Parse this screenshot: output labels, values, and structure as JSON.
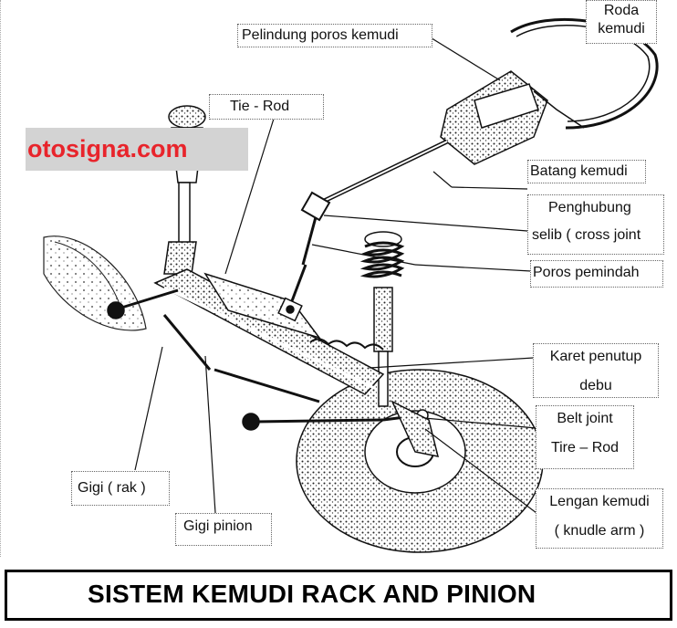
{
  "labels": {
    "roda_kemudi": [
      "Roda",
      "kemudi"
    ],
    "pelindung": "Pelindung poros kemudi",
    "tie_rod": "Tie - Rod",
    "batang": "Batang kemudi",
    "penghubung": [
      "Penghubung",
      "selib ( cross joint"
    ],
    "poros_pemindah": "Poros pemindah",
    "karet": [
      "Karet penutup",
      "debu"
    ],
    "belt": [
      "Belt joint",
      "Tire – Rod"
    ],
    "lengan": [
      "Lengan kemudi",
      "( knudle arm )"
    ],
    "gigi_rak": "Gigi ( rak )",
    "gigi_pinion": "Gigi pinion"
  },
  "watermark": "otosigna.com",
  "footer": {
    "title": "SISTEM KEMUDI RACK AND PINION"
  },
  "colors": {
    "watermark_text": "#e8242b",
    "watermark_bg": "#d3d3d3",
    "line": "#111111"
  }
}
